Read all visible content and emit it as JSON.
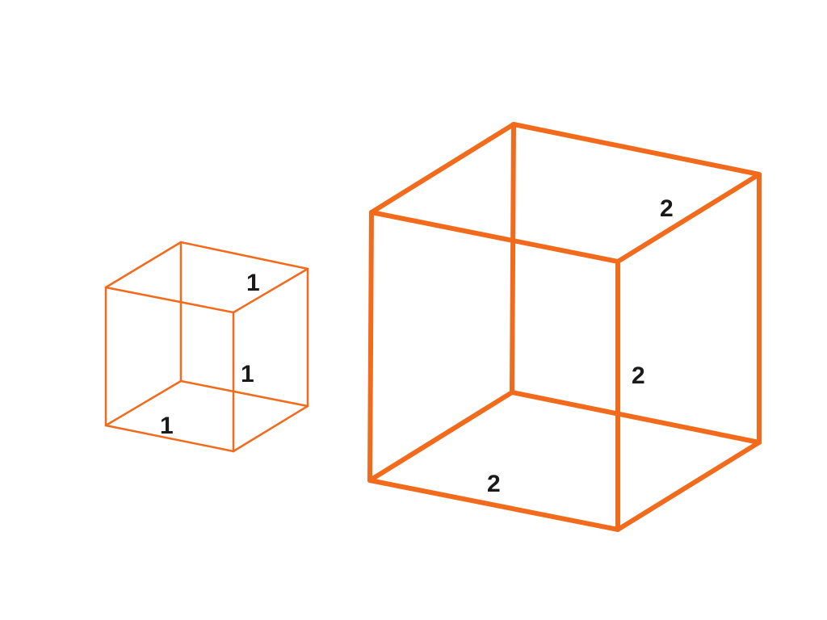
{
  "colors": {
    "edge": "#f26a1b",
    "label": "#1a1a1a"
  },
  "cubes": [
    {
      "id": "small",
      "labels": {
        "depth": "1",
        "height": "1",
        "width": "1"
      }
    },
    {
      "id": "large",
      "labels": {
        "depth": "2",
        "height": "2",
        "width": "2"
      }
    }
  ]
}
